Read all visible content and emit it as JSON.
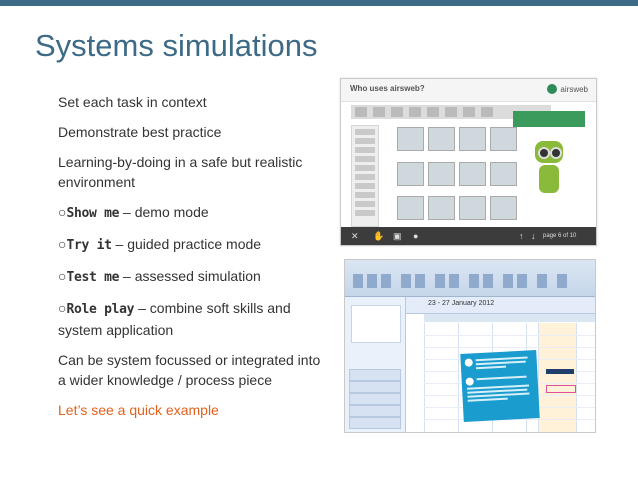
{
  "slide": {
    "title": "Systems simulations",
    "bullets": [
      {
        "text": "Set each task in context"
      },
      {
        "text": "Demonstrate best practice"
      },
      {
        "text": "Learning-by-doing in a safe but realistic environment"
      },
      {
        "marker": "○",
        "keyword": "Show me",
        "text": " – demo mode"
      },
      {
        "marker": "○",
        "keyword": "Try it",
        "text": " – guided practice mode"
      },
      {
        "marker": "○",
        "keyword": "Test me",
        "text": " – assessed simulation"
      },
      {
        "marker": "○",
        "keyword": "Role play",
        "text": " – combine soft skills and system application"
      },
      {
        "text": "Can be system focussed or integrated into a wider knowledge / process piece"
      },
      {
        "text": "Let’s see a quick example"
      }
    ]
  },
  "screenshot1": {
    "title": "Who uses airsweb?",
    "logo_text": "airsweb",
    "page_indicator": "page 6 of 10"
  },
  "screenshot2": {
    "date_range": "23 - 27 January 2012"
  },
  "colors": {
    "title": "#3d6a86",
    "accent": "#e0621c",
    "text": "#333333"
  }
}
